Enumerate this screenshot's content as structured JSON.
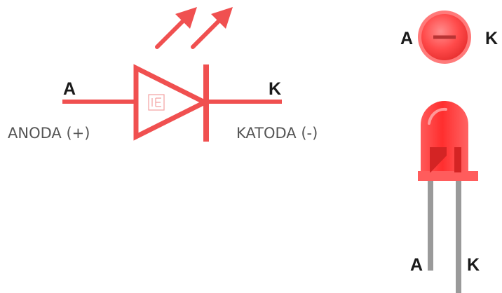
{
  "colors": {
    "symbol": "#f05050",
    "led_body": "#ff3a3a",
    "led_highlight": "#ff9a9a",
    "leg": "#9a9a9a",
    "label_bold": "#1a1a1a",
    "label_thin": "#555555"
  },
  "symbol": {
    "anode_letter": "A",
    "cathode_letter": "K",
    "anode_text": "ANODA (+)",
    "cathode_text": "KATODA (-)"
  },
  "top_view": {
    "anode_letter": "A",
    "cathode_letter": "K"
  },
  "side_view": {
    "anode_letter": "A",
    "cathode_letter": "K"
  }
}
